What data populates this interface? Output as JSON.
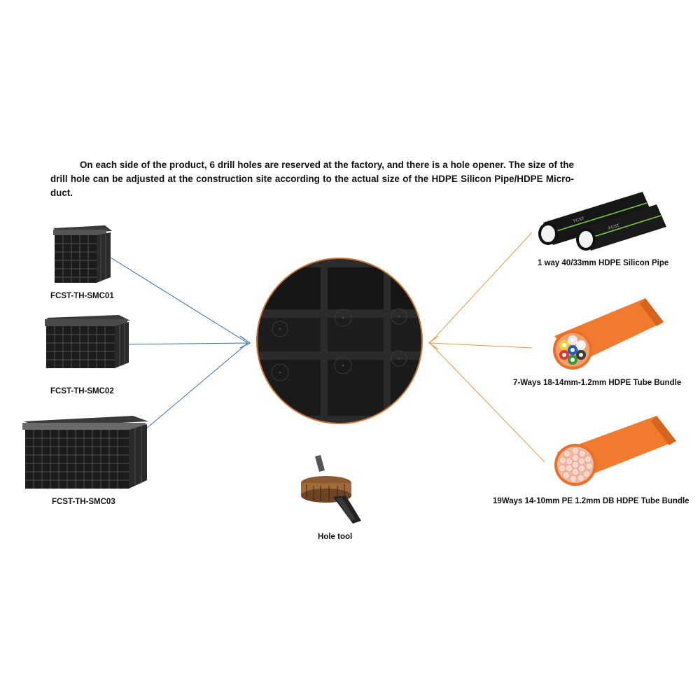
{
  "intro": {
    "text": "On each side of the product, 6 drill holes are reserved at the factory, and there is a hole opener. The size of the drill hole can be adjusted at the construction site according to the actual size of the HDPE Silicon Pipe/HDPE Micro-duct."
  },
  "boxes": [
    {
      "label": "FCST-TH-SMC01"
    },
    {
      "label": "FCST-TH-SMC02"
    },
    {
      "label": "FCST-TH-SMC03"
    }
  ],
  "pipes": [
    {
      "label": "1 way 40/33mm HDPE Silicon Pipe"
    },
    {
      "label": "7-Ways 18-14mm-1.2mm HDPE Tube Bundle"
    },
    {
      "label": "19Ways 14-10mm PE 1.2mm DB HDPE Tube Bundle"
    }
  ],
  "tool": {
    "label": "Hole tool"
  },
  "pipe_print": {
    "brand": "FCST"
  },
  "colors": {
    "left_connector": "#3a6ea8",
    "right_connector": "#e69a4a",
    "duct_orange": "#f07a2e",
    "box_black": "#1c1c1c"
  }
}
